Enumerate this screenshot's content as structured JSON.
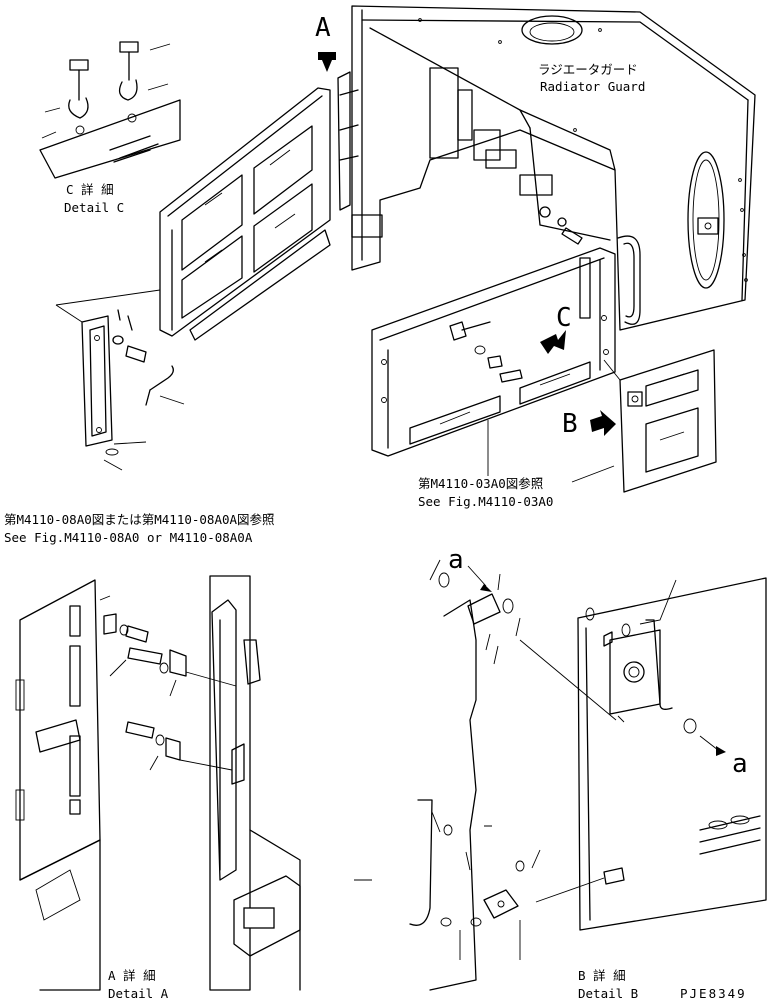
{
  "radiator_guard": {
    "ja": "ラジエータガード",
    "en": "Radiator Guard"
  },
  "detail_c": {
    "ja": "C 詳 細",
    "en": "Detail C"
  },
  "detail_a": {
    "ja": "A 詳 細",
    "en": "Detail A"
  },
  "detail_b": {
    "ja": "B 詳 細",
    "en": "Detail B"
  },
  "ref_left": {
    "ja": "第M4110-08A0図または第M4110-08A0A図参照",
    "en": "See Fig.M4110-08A0 or M4110-08A0A"
  },
  "ref_right": {
    "ja": "第M4110-03A0図参照",
    "en": "See Fig.M4110-03A0"
  },
  "view_letters": {
    "a_upper": "A",
    "b_upper": "B",
    "c_upper": "C",
    "a_lower_top": "a",
    "a_lower_right": "a"
  },
  "drawing_code": "PJE8349"
}
